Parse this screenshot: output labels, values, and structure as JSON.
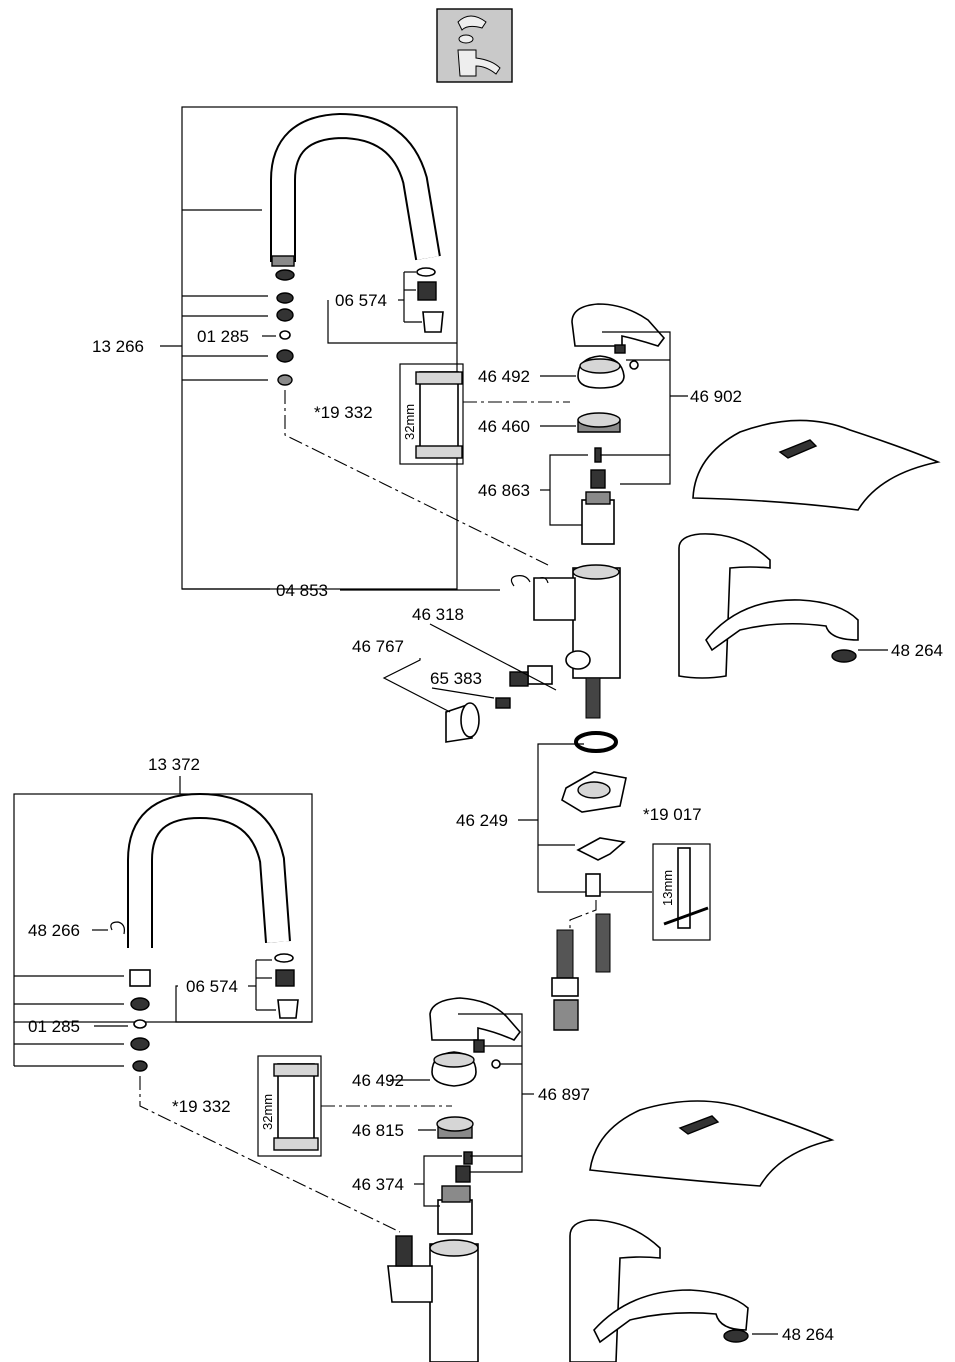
{
  "labels": {
    "l_13266": "13 266",
    "l_01285_top": "01 285",
    "l_06574_top": "06 574",
    "l_19332_top": "*19 332",
    "l_32mm_top": "32mm",
    "l_46492_top": "46 492",
    "l_46460": "46 460",
    "l_46863": "46 863",
    "l_46902": "46 902",
    "l_04853": "04 853",
    "l_46318": "46 318",
    "l_46767": "46 767",
    "l_65383": "65 383",
    "l_48264_top": "48 264",
    "l_46249": "46 249",
    "l_19017": "*19 017",
    "l_13mm": "13mm",
    "l_13372": "13 372",
    "l_48266": "48 266",
    "l_06574_bot": "06 574",
    "l_01285_bot": "01 285",
    "l_19332_bot": "*19 332",
    "l_32mm_bot": "32mm",
    "l_46492_bot": "46 492",
    "l_46815": "46 815",
    "l_46374": "46 374",
    "l_46897": "46 897",
    "l_48264_bot": "48 264"
  }
}
